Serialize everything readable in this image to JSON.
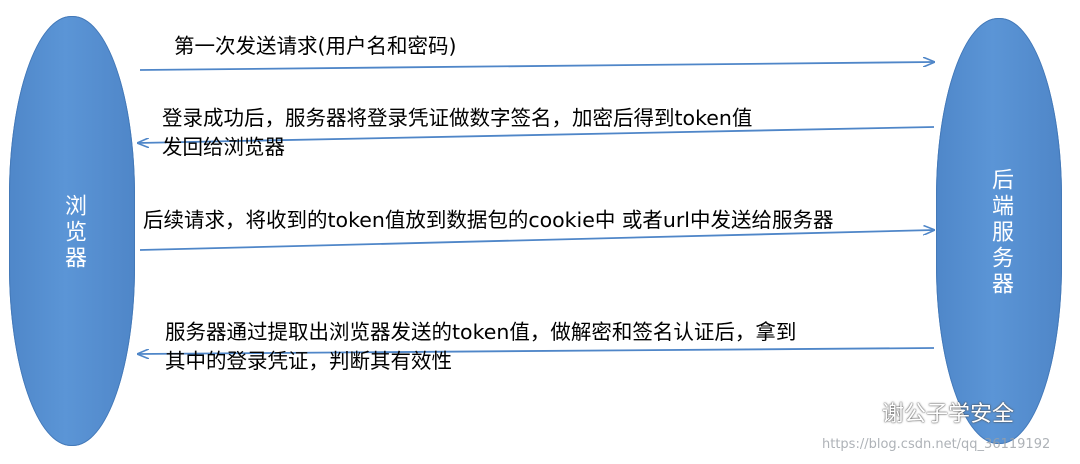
{
  "lanes": {
    "browser": "浏览器",
    "server": "后端服务器"
  },
  "messages": [
    {
      "id": "msg-1",
      "text": "第一次发送请求(用户名和密码)",
      "direction": "to-server"
    },
    {
      "id": "msg-2",
      "text": "登录成功后，服务器将登录凭证做数字签名，加密后得到token值\n发回给浏览器",
      "direction": "to-browser"
    },
    {
      "id": "msg-3",
      "text": "后续请求，将收到的token值放到数据包的cookie中 或者url中发送给服务器",
      "direction": "to-server"
    },
    {
      "id": "msg-4",
      "text": "服务器通过提取出浏览器发送的token值，做解密和签名认证后，拿到\n其中的登录凭证，判断其有效性",
      "direction": "to-browser"
    }
  ],
  "watermark": {
    "brand": "谢公子学安全",
    "icon": "wechat-icon",
    "url": "https://blog.csdn.net/qq_36119192"
  },
  "colors": {
    "lane_fill": "#5b95d6",
    "arrow": "#4f86c8",
    "text": "#000000"
  }
}
